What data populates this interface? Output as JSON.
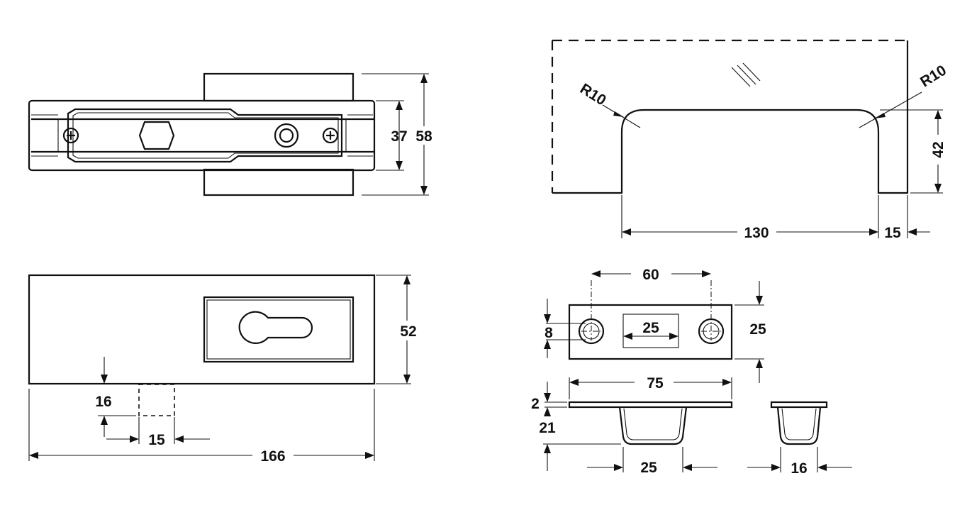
{
  "views": {
    "top_view": {
      "dim_height_inner": "37",
      "dim_height_outer": "58"
    },
    "front_view": {
      "dim_height": "52",
      "dim_notch_depth": "16",
      "dim_notch_width": "15",
      "dim_total_width": "166"
    },
    "glass_cutout": {
      "radius_left": "R10",
      "radius_right": "R10",
      "dim_depth": "42",
      "dim_width": "130",
      "dim_edge": "15"
    },
    "strike_plate_top": {
      "dim_hole_spacing": "60",
      "dim_slot": "25",
      "dim_hole": "8",
      "dim_plate_height": "25"
    },
    "strike_plate_side": {
      "dim_plate_length": "75",
      "dim_thickness": "2",
      "dim_box_depth": "21",
      "dim_box_width": "25"
    },
    "strike_plate_end": {
      "dim_box_width": "16"
    }
  }
}
